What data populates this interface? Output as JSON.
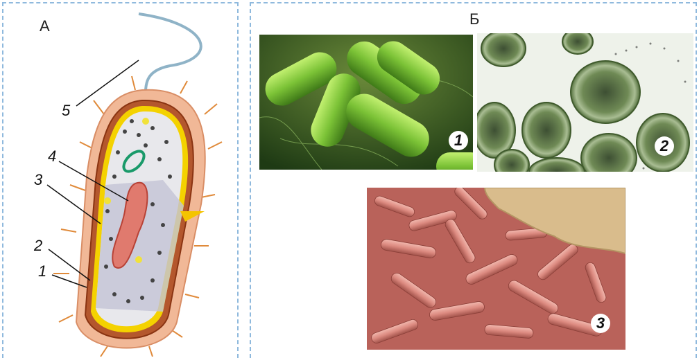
{
  "panel_a": {
    "letter": "А",
    "callouts": [
      "5",
      "4",
      "3",
      "2",
      "1"
    ]
  },
  "panel_b": {
    "letter": "Б",
    "photos": [
      {
        "number": "1"
      },
      {
        "number": "2"
      },
      {
        "number": "3"
      }
    ]
  },
  "colors": {
    "border": "#8fb9dd",
    "cell_wall": "#f1b897",
    "bacteria_green": "#7bc236",
    "micrograph_green": "#6f8a55",
    "sem_red": "#d9817a"
  }
}
